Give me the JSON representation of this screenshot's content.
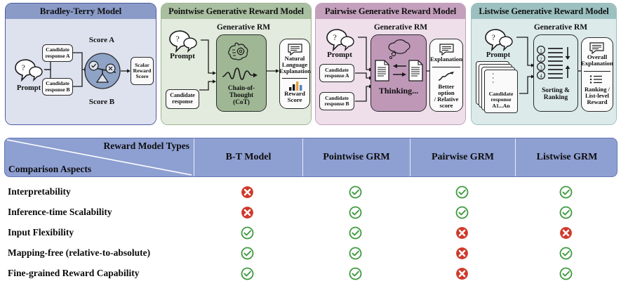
{
  "panels": [
    {
      "title": "Bradley-Terry Model",
      "accent": "#8a9bc8",
      "nodes": {
        "prompt": "Prompt",
        "candidate_a": "Candidate\nresponse A",
        "candidate_b": "Candidate\nresponse B",
        "score_a": "Score A",
        "score_b": "Score B",
        "output": "Scalar\nReward\nScore"
      }
    },
    {
      "title": "Pointwise Generative Reward Model",
      "accent": "#a9bfa0",
      "nodes": {
        "prompt": "Prompt",
        "candidate": "Candidate\nresponse",
        "rm_title": "Generative RM",
        "rm_body": "Chain-of-Thought\n(CoT)",
        "out_top": "Natural\nLanguage\nExplanation",
        "out_bottom": "Reward\nScore"
      }
    },
    {
      "title": "Pairwise Generative Reward Model",
      "accent": "#c4a0bd",
      "nodes": {
        "prompt": "Prompt",
        "candidate_a": "Candidate\nresponse A",
        "candidate_b": "Candidate\nresponse B",
        "rm_title": "Generative RM",
        "rm_body": "Thinking...",
        "out_top": "Explanation",
        "out_bottom": "Better option\n/ Relative\nscore"
      }
    },
    {
      "title": "Listwise Generative Reward Model",
      "accent": "#9cc0c0",
      "nodes": {
        "prompt": "Prompt",
        "candidates": "Candidate\nresponse\nA1...An",
        "rm_title": "Generative RM",
        "rm_body": "Sorting &\nRanking",
        "out_top": "Overall\nExplanation",
        "out_bottom": "Ranking /\nList-level\nReward",
        "rank_numbers": [
          "1",
          "2",
          "3",
          "4"
        ]
      }
    }
  ],
  "table": {
    "corner_top_label": "Reward Model Types",
    "corner_bottom_label": "Comparison Aspects",
    "columns": [
      "B-T Model",
      "Pointwise GRM",
      "Pairwise GRM",
      "Listwise GRM"
    ],
    "rows": [
      {
        "aspect": "Interpretability",
        "values": [
          "no",
          "yes",
          "yes",
          "yes"
        ]
      },
      {
        "aspect": "Inference-time Scalability",
        "values": [
          "no",
          "yes",
          "yes",
          "yes"
        ]
      },
      {
        "aspect": "Input Flexibility",
        "values": [
          "yes",
          "yes",
          "no",
          "no"
        ]
      },
      {
        "aspect": "Mapping-free (relative-to-absolute)",
        "values": [
          "yes",
          "yes",
          "no",
          "yes"
        ]
      },
      {
        "aspect": "Fine-grained Reward Capability",
        "values": [
          "yes",
          "yes",
          "no",
          "yes"
        ]
      }
    ],
    "colors": {
      "header_bg": "#8e9fd2",
      "yes": "#3f9a3f",
      "no": "#d0392b"
    }
  }
}
